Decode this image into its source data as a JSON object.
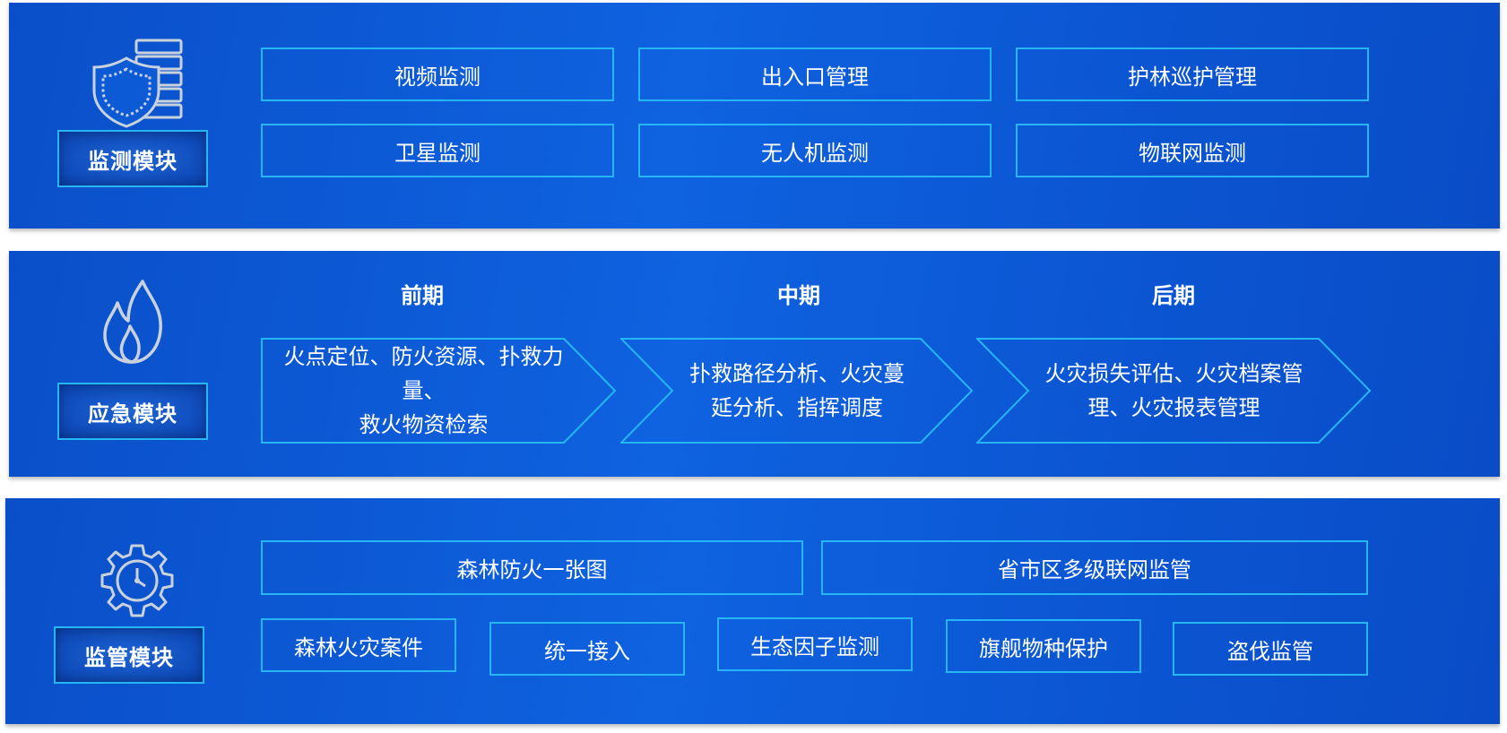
{
  "monitoring": {
    "label": "监测模块",
    "icon": "shield-server-icon",
    "items": [
      "视频监测",
      "出入口管理",
      "护林巡护管理",
      "卫星监测",
      "无人机监测",
      "物联网监测"
    ]
  },
  "emergency": {
    "label": "应急模块",
    "icon": "fire-icon",
    "phases": [
      {
        "title": "前期",
        "line1": "火点定位、防火资源、扑救力量、",
        "line2": "救火物资检索"
      },
      {
        "title": "中期",
        "line1": "扑救路径分析、火灾蔓",
        "line2": "延分析、指挥调度"
      },
      {
        "title": "后期",
        "line1": "火灾损失评估、火灾档案管",
        "line2": "理、火灾报表管理"
      }
    ]
  },
  "supervision": {
    "label": "监管模块",
    "icon": "gear-clock-icon",
    "row1": [
      "森林防火一张图",
      "省市区多级联网监管"
    ],
    "row2": [
      "森林火灾案件",
      "统一接入",
      "生态因子监测",
      "旗舰物种保护",
      "盗伐监管"
    ]
  },
  "colors": {
    "band": "#0f62e0",
    "border": "#27b6f5",
    "text": "#ffffff",
    "icon": "#c9d2dc"
  }
}
